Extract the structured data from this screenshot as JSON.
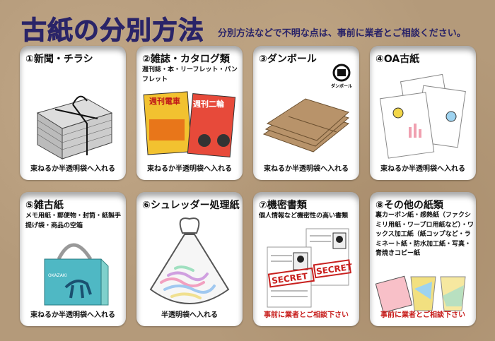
{
  "header": {
    "title": "古紙の分別方法",
    "subtitle": "分別方法などで不明な点は、事前に業者とご相談ください。"
  },
  "cards": [
    {
      "title": "①新聞・チラシ",
      "desc": "",
      "foot": "束ねるか半透明袋へ入れる",
      "foot_color": "black"
    },
    {
      "title": "②雑誌・カタログ類",
      "desc": "週刊誌・本・リーフレット・パンフレット",
      "foot": "束ねるか半透明袋へ入れる",
      "foot_color": "black",
      "magazines": [
        "週刊電車",
        "週刊二輪"
      ]
    },
    {
      "title": "③ダンボール",
      "desc": "",
      "foot": "束ねるか半透明袋へ入れる",
      "foot_color": "black",
      "mark": "ダンボール"
    },
    {
      "title": "④OA古紙",
      "desc": "",
      "foot": "束ねるか半透明袋へ入れる",
      "foot_color": "black"
    },
    {
      "title": "⑤雑古紙",
      "desc": "メモ用紙・郵便物・封筒・紙製手提げ袋・商品の空箱",
      "foot": "束ねるか半透明袋へ入れる",
      "foot_color": "black",
      "bag_label": "OKAZAKI"
    },
    {
      "title": "⑥シュレッダー処理紙",
      "desc": "",
      "foot": "半透明袋へ入れる",
      "foot_color": "black"
    },
    {
      "title": "⑦機密書類",
      "desc": "個人情報など機密性の高い書類",
      "foot": "事前に業者とご相談下さい",
      "foot_color": "red",
      "stamps": [
        "SECRET",
        "SECRET"
      ]
    },
    {
      "title": "⑧その他の紙類",
      "desc": "裏カーボン紙・感熱紙（ファクシミリ用紙・ワープロ用紙など）・ワックス加工紙（紙コップなど・ラミネート紙・防水加工紙・写真・青焼きコピー紙",
      "foot": "事前に業者とご相談下さい",
      "foot_color": "red"
    }
  ],
  "colors": {
    "title": "#2a2468",
    "warning": "#c8201e",
    "background": "#b49a7a"
  }
}
